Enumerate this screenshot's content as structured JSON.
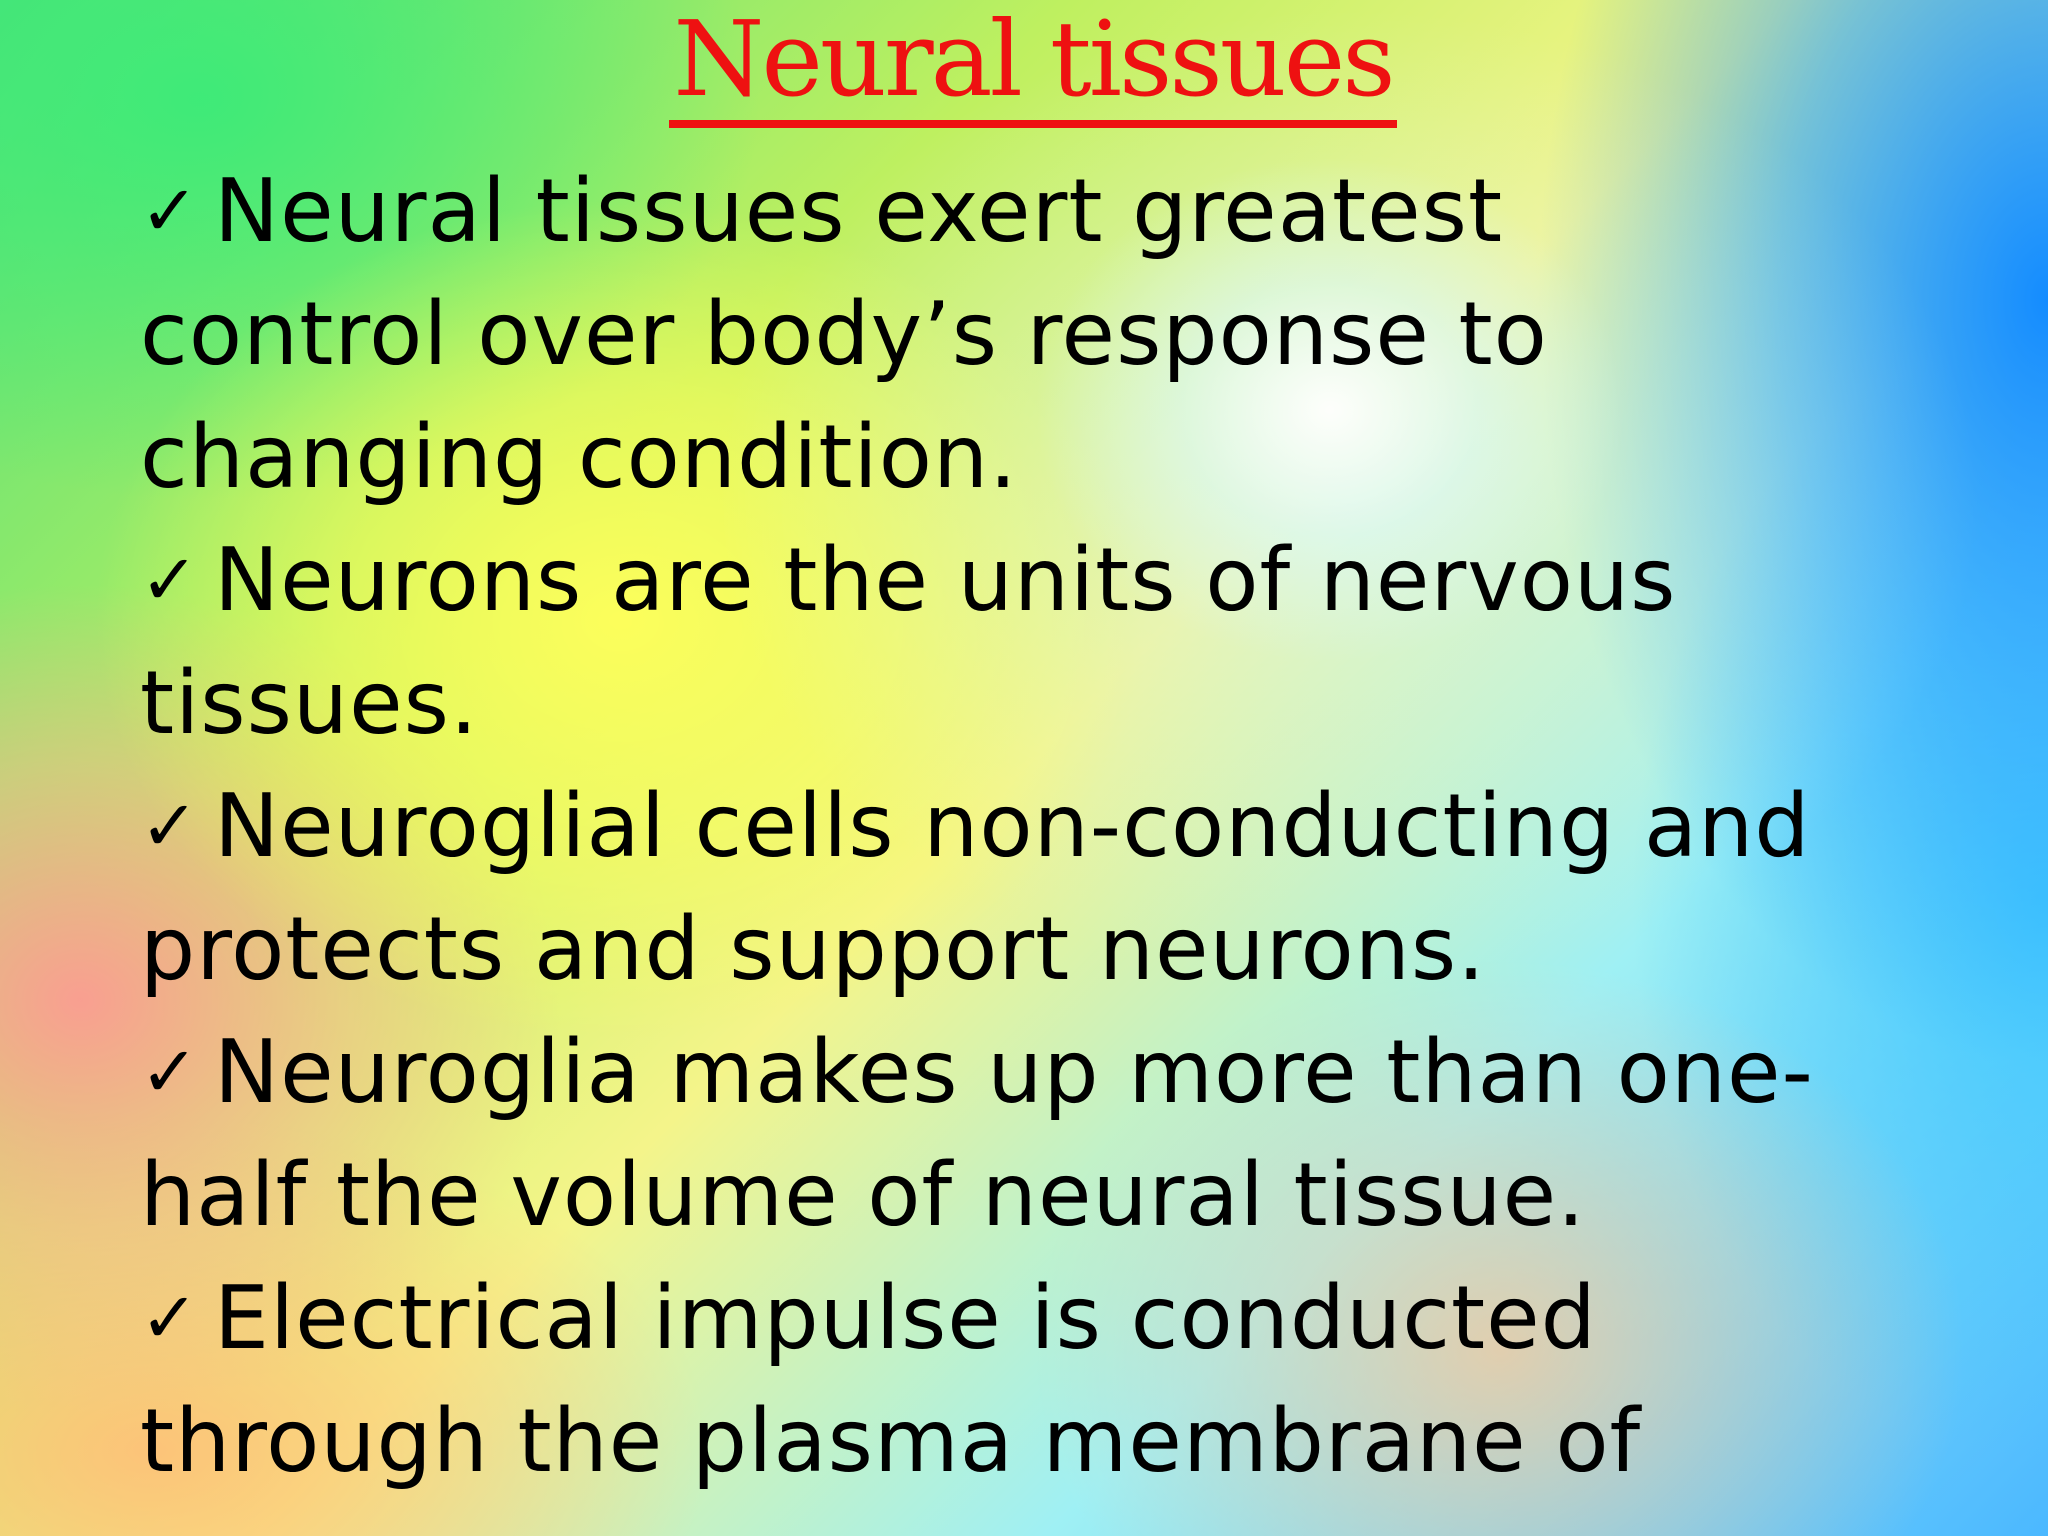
{
  "title": "Neural tissues",
  "bullet_icon": "checkmark-icon",
  "text_color": "#000000",
  "title_color": "#ee1111",
  "bullets": [
    {
      "lines": [
        "Neural tissues exert greatest",
        "control over body’s response to",
        "changing condition."
      ]
    },
    {
      "lines": [
        "Neurons are the units of nervous",
        "tissues."
      ]
    },
    {
      "lines": [
        "Neuroglial cells non-conducting and",
        "protects and support neurons."
      ]
    },
    {
      "lines": [
        "Neuroglia makes up more than one-",
        "half the volume of neural tissue."
      ]
    },
    {
      "lines": [
        "Electrical impulse is conducted",
        "through the plasma membrane of"
      ]
    }
  ]
}
